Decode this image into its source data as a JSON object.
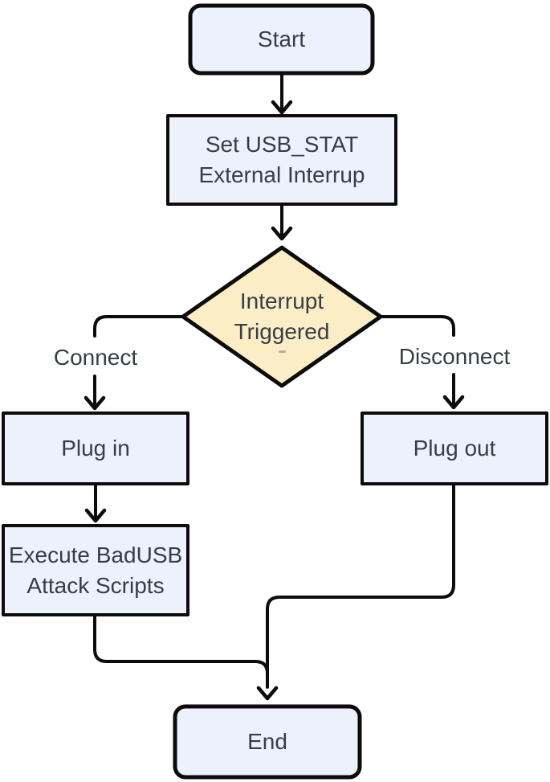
{
  "diagram": {
    "background": "#ffffff",
    "colors": {
      "process_fill": "#edf1fb",
      "decision_fill": "#fbeec6",
      "stroke": "#0c0c0c",
      "text": "#373d45"
    },
    "nodes": {
      "start": {
        "label": "Start",
        "shape": "rounded"
      },
      "set_usb_stat": {
        "label": "Set USB_STAT\nExternal Interrup",
        "shape": "rect"
      },
      "interrupt_triggered": {
        "label": "Interrupt\nTriggered",
        "shape": "diamond"
      },
      "plug_in": {
        "label": "Plug in",
        "shape": "rect"
      },
      "execute_badusb": {
        "label": "Execute BadUSB\nAttack Scripts",
        "shape": "rect"
      },
      "plug_out": {
        "label": "Plug out",
        "shape": "rect"
      },
      "end": {
        "label": "End",
        "shape": "rounded"
      }
    },
    "edges": {
      "connect_label": "Connect",
      "disconnect_label": "Disconnect"
    }
  }
}
